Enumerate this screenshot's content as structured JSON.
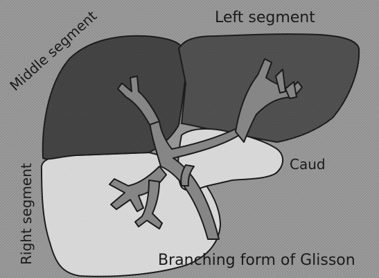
{
  "figure": {
    "labels": {
      "left_segment": "Left segment",
      "middle_segment": "Middle segment",
      "right_segment": "Right segment",
      "caudate": "Caud",
      "caption": "Branching form of Glisson"
    },
    "colors": {
      "background": "#8f8f8f",
      "left_segment_fill": "#4a4a4a",
      "middle_segment_fill": "#3b3b3b",
      "right_segment_fill": "#d4d4d4",
      "caudate_fill": "#e9e9e9",
      "glisson_fill": "#868686",
      "outline": "#1c1c1c",
      "text": "#1a1a1a"
    }
  }
}
